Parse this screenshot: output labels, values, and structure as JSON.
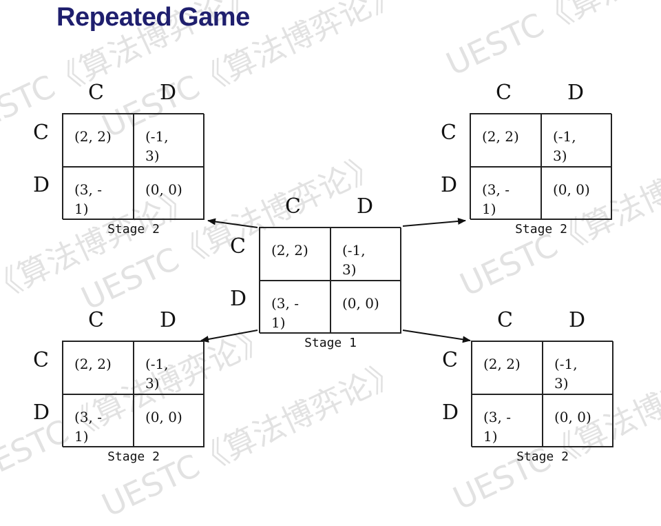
{
  "slide": {
    "title": "Repeated Game",
    "watermark_text": "UESTC《算法博弈论》"
  },
  "games": [
    {
      "id": "top-left",
      "col_labels": [
        "C",
        "D"
      ],
      "row_labels": [
        "C",
        "D"
      ],
      "payoffs": [
        [
          "(2, 2)",
          "(-1, 3)"
        ],
        [
          "(3, -1)",
          "(0, 0)"
        ]
      ],
      "stage_label": "Stage 2"
    },
    {
      "id": "top-right",
      "col_labels": [
        "C",
        "D"
      ],
      "row_labels": [
        "C",
        "D"
      ],
      "payoffs": [
        [
          "(2, 2)",
          "(-1, 3)"
        ],
        [
          "(3, -1)",
          "(0, 0)"
        ]
      ],
      "stage_label": "Stage 2"
    },
    {
      "id": "center",
      "col_labels": [
        "C",
        "D"
      ],
      "row_labels": [
        "C",
        "D"
      ],
      "payoffs": [
        [
          "(2, 2)",
          "(-1, 3)"
        ],
        [
          "(3, -1)",
          "(0, 0)"
        ]
      ],
      "stage_label": "Stage 1"
    },
    {
      "id": "bottom-left",
      "col_labels": [
        "C",
        "D"
      ],
      "row_labels": [
        "C",
        "D"
      ],
      "payoffs": [
        [
          "(2, 2)",
          "(-1, 3)"
        ],
        [
          "(3, -1)",
          "(0, 0)"
        ]
      ],
      "stage_label": "Stage 2"
    },
    {
      "id": "bottom-right",
      "col_labels": [
        "C",
        "D"
      ],
      "row_labels": [
        "C",
        "D"
      ],
      "payoffs": [
        [
          "(2, 2)",
          "(-1, 3)"
        ],
        [
          "(3, -1)",
          "(0, 0)"
        ]
      ],
      "stage_label": "Stage 2"
    }
  ],
  "colors": {
    "title": "#1f1f6e",
    "lines": "#222222",
    "watermark": "#b9b9b9"
  }
}
